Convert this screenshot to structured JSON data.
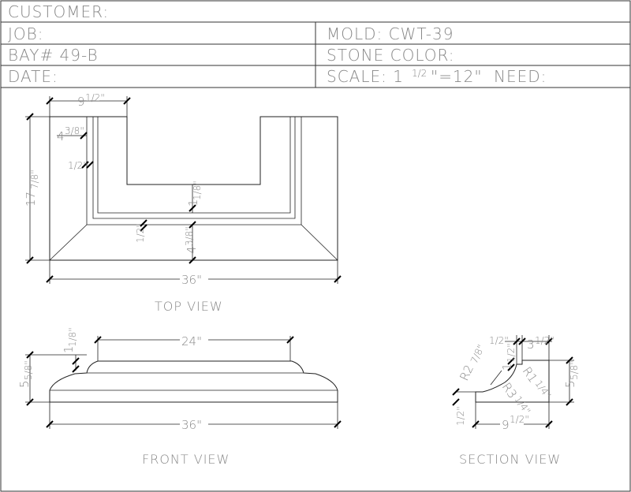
{
  "title_block": {
    "customer_label": "CUSTOMER:",
    "job_label": "JOB:",
    "bay_label": "BAY# 49-B",
    "date_label": "DATE:",
    "mold_label": "MOLD: CWT-39",
    "stone_color_label": "STONE COLOR:",
    "scale_label": "SCALE: 1",
    "scale_frac": "1/2",
    "scale_rest": "\"=12\"",
    "need_label": "NEED:"
  },
  "top_view": {
    "caption": "TOP VIEW",
    "dim_width": "36\"",
    "dim_notch": "9",
    "dim_notch_frac": "1/2\"",
    "dim_depth": "17",
    "dim_depth_frac": "7/8\"",
    "dim_lip": "4",
    "dim_lip_frac": "3/8\"",
    "dim_half": "1/2\"",
    "dim_inner_eighth": "1",
    "dim_inner_eighth_frac": "1/8\"",
    "dim_bottom_half": "1/2\"",
    "dim_bottom_lip": "4",
    "dim_bottom_lip_frac": "3/8\""
  },
  "front_view": {
    "caption": "FRONT VIEW",
    "dim_top": "24\"",
    "dim_bottom": "36\"",
    "dim_height": "5",
    "dim_height_frac": "5/8\"",
    "dim_step": "1",
    "dim_step_frac": "1/8\""
  },
  "section_view": {
    "caption": "SECTION VIEW",
    "dim_top_half": "1/2\"",
    "dim_top_width": "3",
    "dim_top_width_frac": "1/2\"",
    "dim_height": "5",
    "dim_height_frac": "5/8\"",
    "dim_step": "1",
    "dim_step_frac": "1/2\"",
    "dim_radius_a": "R2",
    "dim_radius_a_frac": "7/8\"",
    "dim_radius_b": "R1",
    "dim_radius_b_frac": "1/4\"",
    "dim_radius_c": "R3",
    "dim_radius_c_frac": "1/4\"",
    "dim_base_height": "1/2\"",
    "dim_base_width": "9",
    "dim_base_width_frac": "1/2\""
  }
}
